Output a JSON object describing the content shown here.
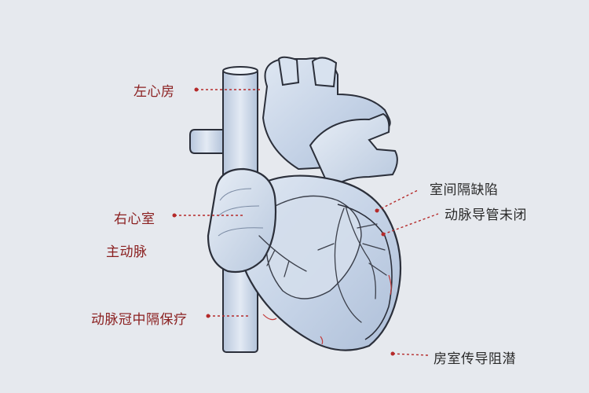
{
  "colors": {
    "background": "#e6e9ee",
    "heart_fill": "#c9d6e8",
    "heart_light": "#dde6f1",
    "outline": "#2b2f3a",
    "leader_line": "#b52a2a",
    "label_red": "#8b2020"
  },
  "labels": {
    "left_atrium": "左心房",
    "right_ventricle": "右心室",
    "aorta": "主动脉",
    "coronary": "动脉冠中隔保疗",
    "vsd": "室间隔缺陷",
    "pda": "动脉导管未闭",
    "av_block": "房室传导阻潜"
  }
}
